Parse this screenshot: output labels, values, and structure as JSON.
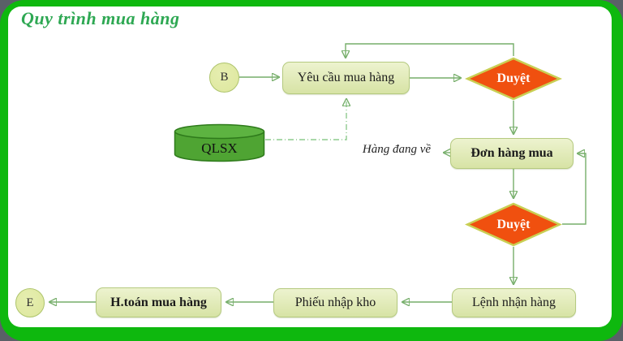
{
  "title": "Quy trình mua hàng",
  "colors": {
    "frame_green": "#0eb80e",
    "outside_bg": "#5a6067",
    "title_green": "#2ea853",
    "node_fill_top": "#edf3cf",
    "node_fill_bottom": "#d7e3a5",
    "node_border": "#b5ca80",
    "node_text": "#1b1b1b",
    "circle_fill": "#dde79d",
    "circle_border": "#aec46c",
    "diamond_fill": "#f0500f",
    "diamond_border": "#c9cf54",
    "diamond_text": "#ffffff",
    "cylinder_fill": "#4fa433",
    "cylinder_top": "#5db341",
    "cylinder_border": "#2e7a1b",
    "connector": "#76ae6a",
    "connector_arrow": "#4e9a46",
    "connector_dashed": "#8ecb8e"
  },
  "flowchart": {
    "start_label": "B",
    "end_label": "E",
    "yeu_cau_label": "Yêu cầu mua hàng",
    "duyet1_label": "Duyệt",
    "qlsx_label": "QLSX",
    "hang_dang_ve_label": "Hàng đang về",
    "don_hang_label": "Đơn hàng mua",
    "duyet2_label": "Duyệt",
    "lenh_label": "Lệnh nhận hàng",
    "phieu_label": "Phiếu nhập kho",
    "htoan_label": "H.toán mua hàng"
  }
}
